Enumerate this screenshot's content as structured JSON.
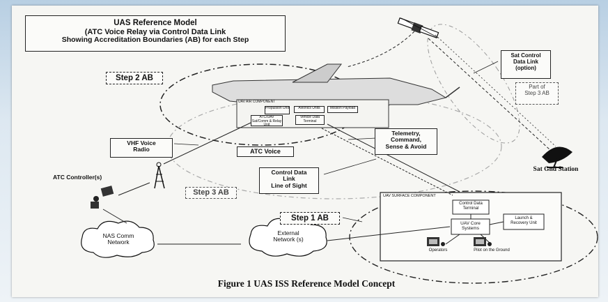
{
  "title": {
    "line1": "UAS Reference Model",
    "line2": "(ATC Voice Relay via Control Data Link",
    "line3": "Showing Accreditation Boundaries (AB) for each Step"
  },
  "labels": {
    "step2": "Step 2 AB",
    "step3": "Step 3 AB",
    "step1": "Step 1 AB",
    "sat_link_1": "Sat Control",
    "sat_link_2": "Data Link",
    "sat_link_3": "(option)",
    "part_step3_1": "Part of",
    "part_step3_2": "Step 3 AB",
    "vhf_1": "VHF Voice",
    "vhf_2": "Radio",
    "atc_voice": "ATC Voice",
    "telemetry_1": "Telemetry,",
    "telemetry_2": "Command,",
    "telemetry_3": "Sense & Avoid",
    "cdl_1": "Control Data",
    "cdl_2": "Link",
    "cdl_3": "Line of Sight",
    "atc_controller": "ATC Controller(s)",
    "sat_gnd": "Sat Gnd Station",
    "nas_1": "NAS Comm",
    "nas_2": "Network",
    "ext_1": "External",
    "ext_2": "Network (s)"
  },
  "uav_air": {
    "header": "UAV AIR COMPONENT",
    "propulsion": "Propulsion Unit",
    "avionics": "Avionics Units",
    "mission": "Mission Payload",
    "atc_relay": "ATC/UAV Sat/Comm & Relay Unit",
    "vehicle_terminal": "Vehicle Data Terminal"
  },
  "uav_surface": {
    "header": "UAV SURFACE COMPONENT",
    "control_terminal_1": "Control Data",
    "control_terminal_2": "Terminal",
    "core_1": "UAV Core",
    "core_2": "Systems",
    "launch_1": "Launch &",
    "launch_2": "Recovery Unit",
    "operators": "Operators",
    "pilot": "Pilot on the Ground"
  },
  "caption": "Figure 1 UAS ISS Reference Model Concept"
}
